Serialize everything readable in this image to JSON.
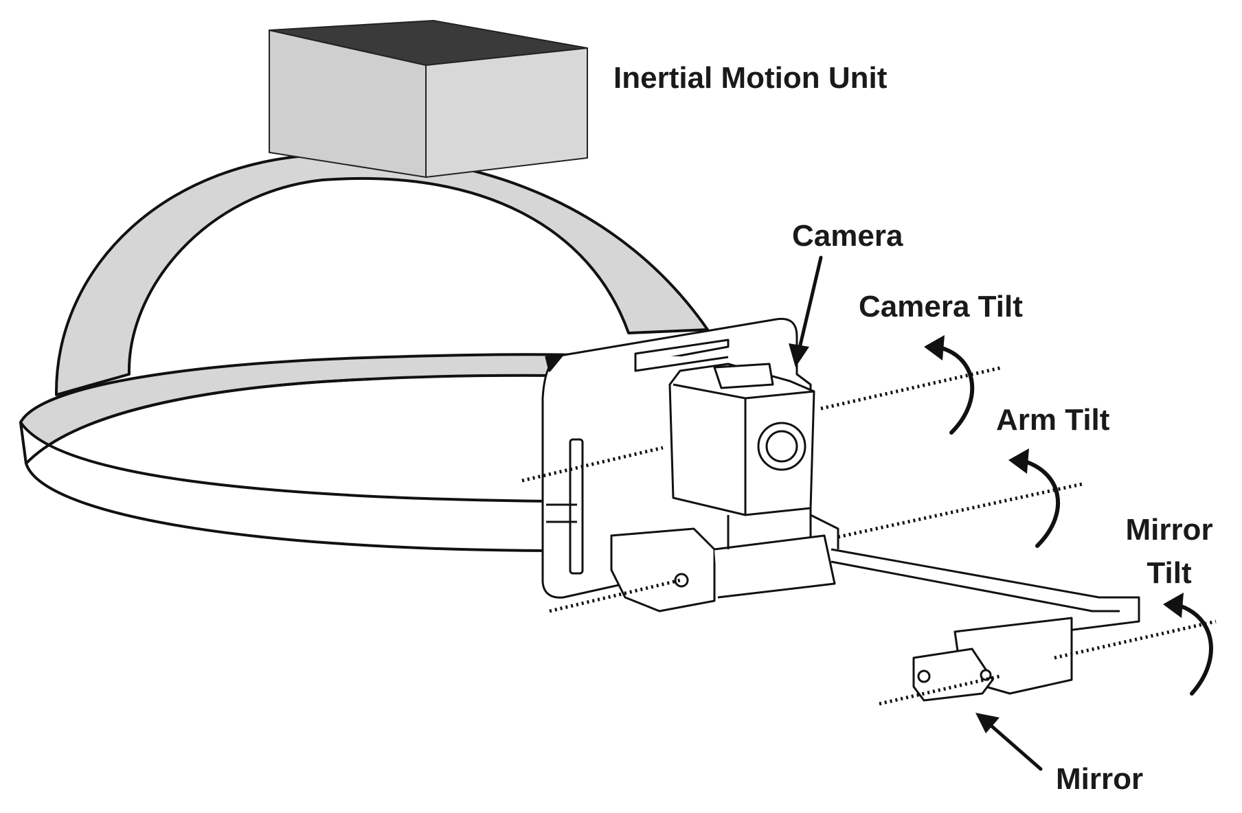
{
  "labels": {
    "imu": "Inertial Motion Unit",
    "camera": "Camera",
    "camera_tilt": "Camera Tilt",
    "arm_tilt": "Arm Tilt",
    "mirror_tilt_line1": "Mirror",
    "mirror_tilt_line2": "Tilt",
    "mirror": "Mirror"
  },
  "colors": {
    "outline": "#111111",
    "band_fill": "#d6d6d6",
    "box_front": "#d2d2d2",
    "box_side": "#c4c4c4",
    "box_top": "#3a3a3a",
    "part_fill": "#ffffff"
  }
}
